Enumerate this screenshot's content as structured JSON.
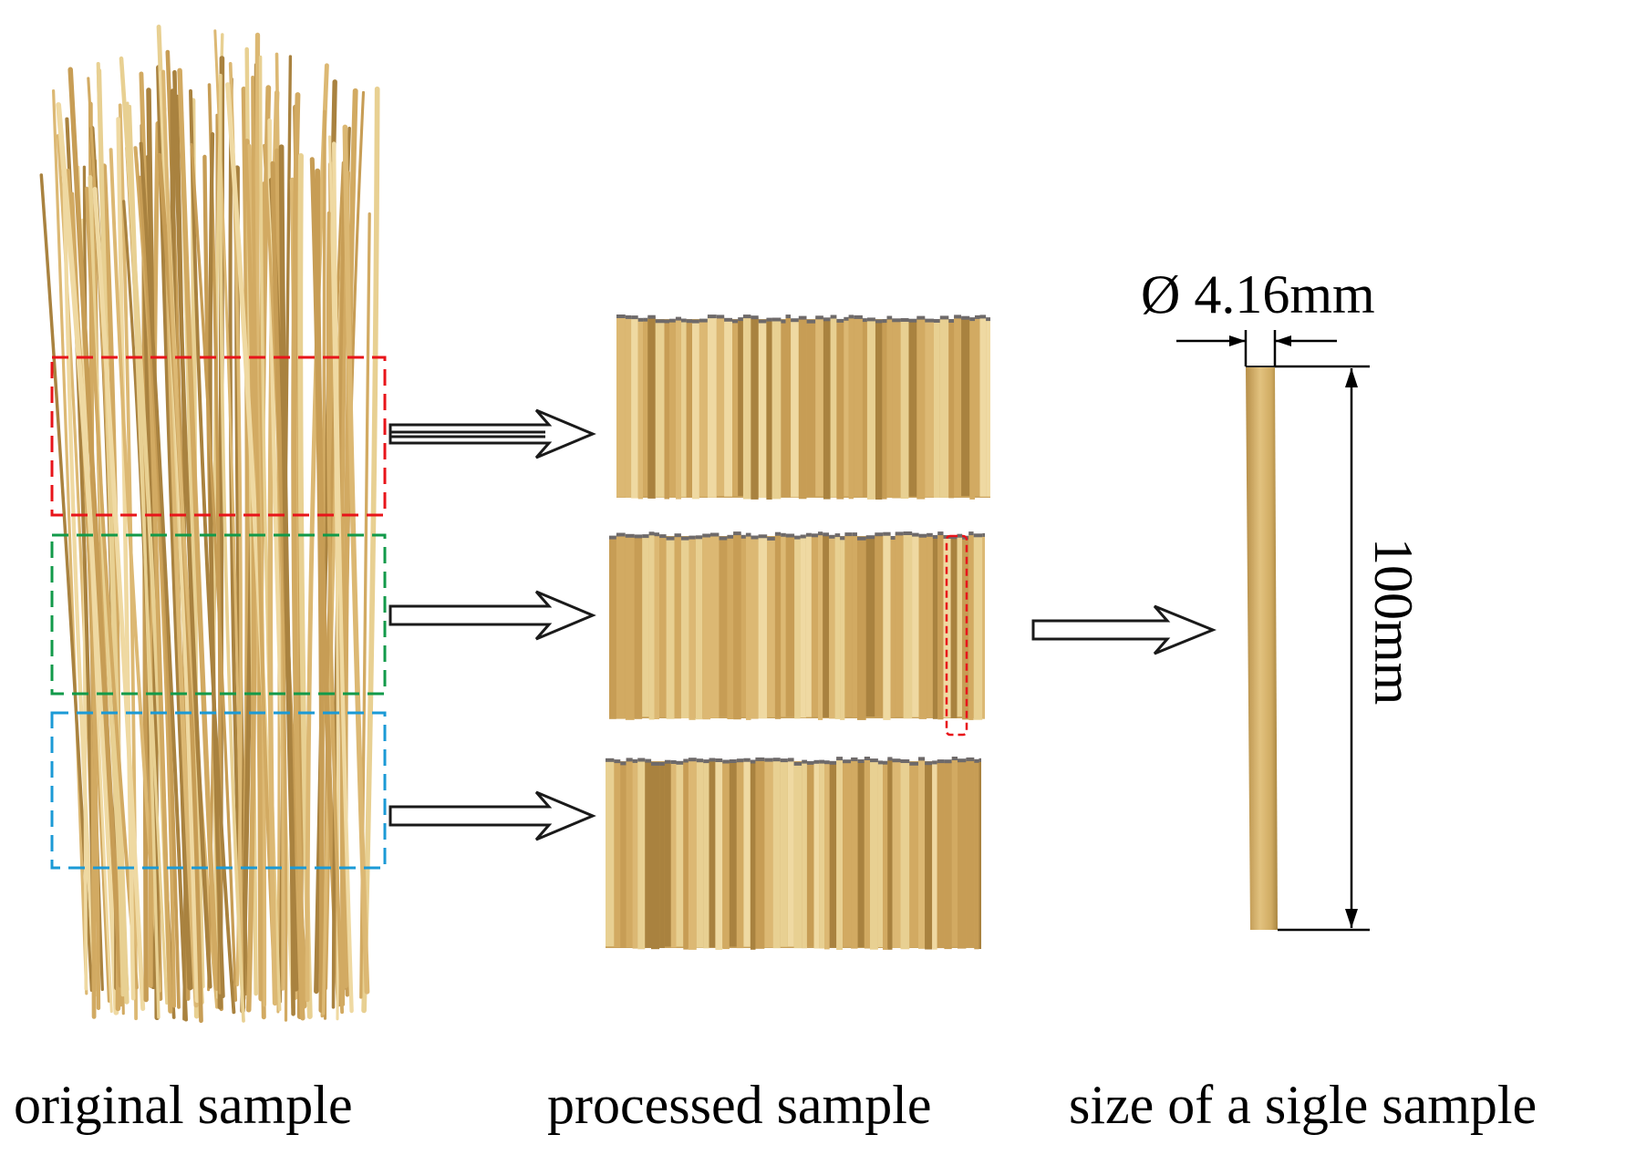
{
  "captions": {
    "original": "original sample",
    "processed": "processed sample",
    "single": "size of a sigle sample"
  },
  "dimensions": {
    "diameter": "Ø 4.16mm",
    "length": "100mm"
  },
  "colors": {
    "straw_light": "#e8d092",
    "straw_mid": "#d2aa62",
    "straw_dark": "#a9823f",
    "box_red": "#e8141a",
    "box_green": "#129a4a",
    "box_blue": "#1b9ad6",
    "arrow": "#1a1a1a",
    "text": "#000000"
  },
  "regions": [
    {
      "name": "top",
      "color_key": "box_red"
    },
    {
      "name": "middle",
      "color_key": "box_green"
    },
    {
      "name": "bottom",
      "color_key": "box_blue"
    }
  ]
}
